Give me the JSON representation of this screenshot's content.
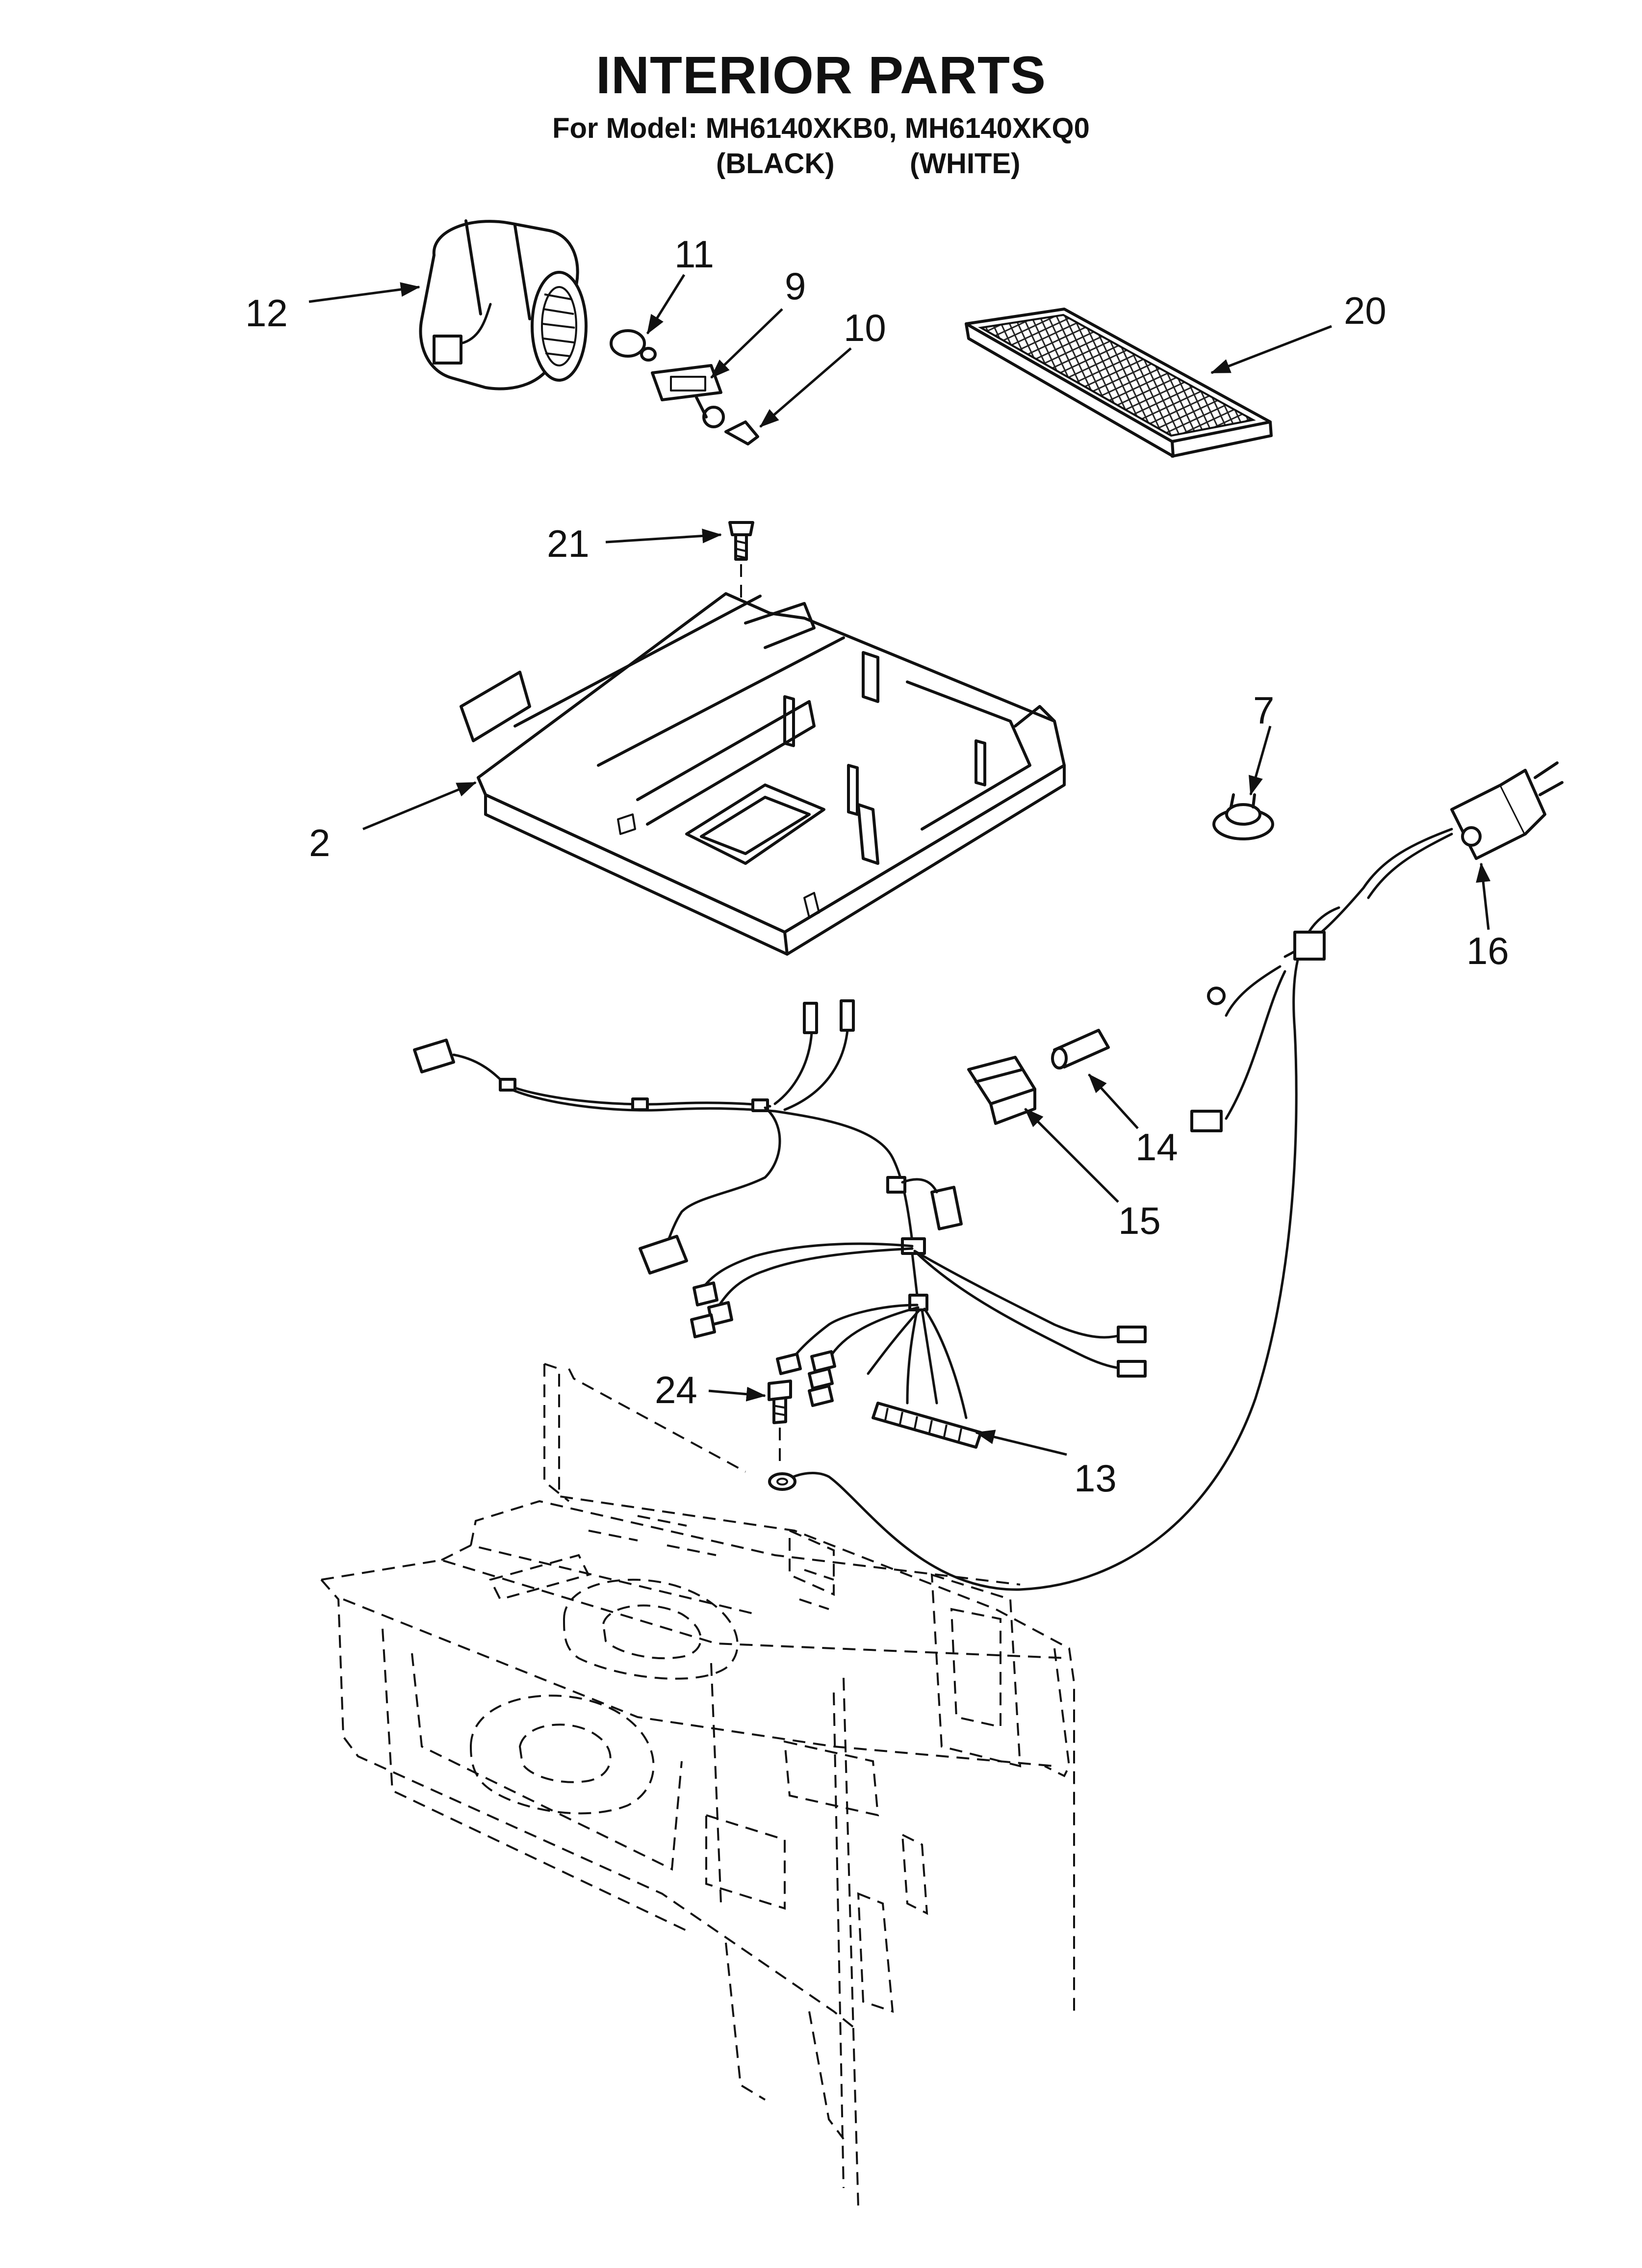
{
  "header": {
    "title": "INTERIOR PARTS",
    "model_line": "For Model: MH6140XKB0, MH6140XKQ0",
    "variant_black": "(BLACK)",
    "variant_white": "(WHITE)"
  },
  "callouts": {
    "c12": "12",
    "c11": "11",
    "c9": "9",
    "c10": "10",
    "c20": "20",
    "c21": "21",
    "c2": "2",
    "c7": "7",
    "c16": "16",
    "c14": "14",
    "c15": "15",
    "c24": "24",
    "c13": "13"
  }
}
